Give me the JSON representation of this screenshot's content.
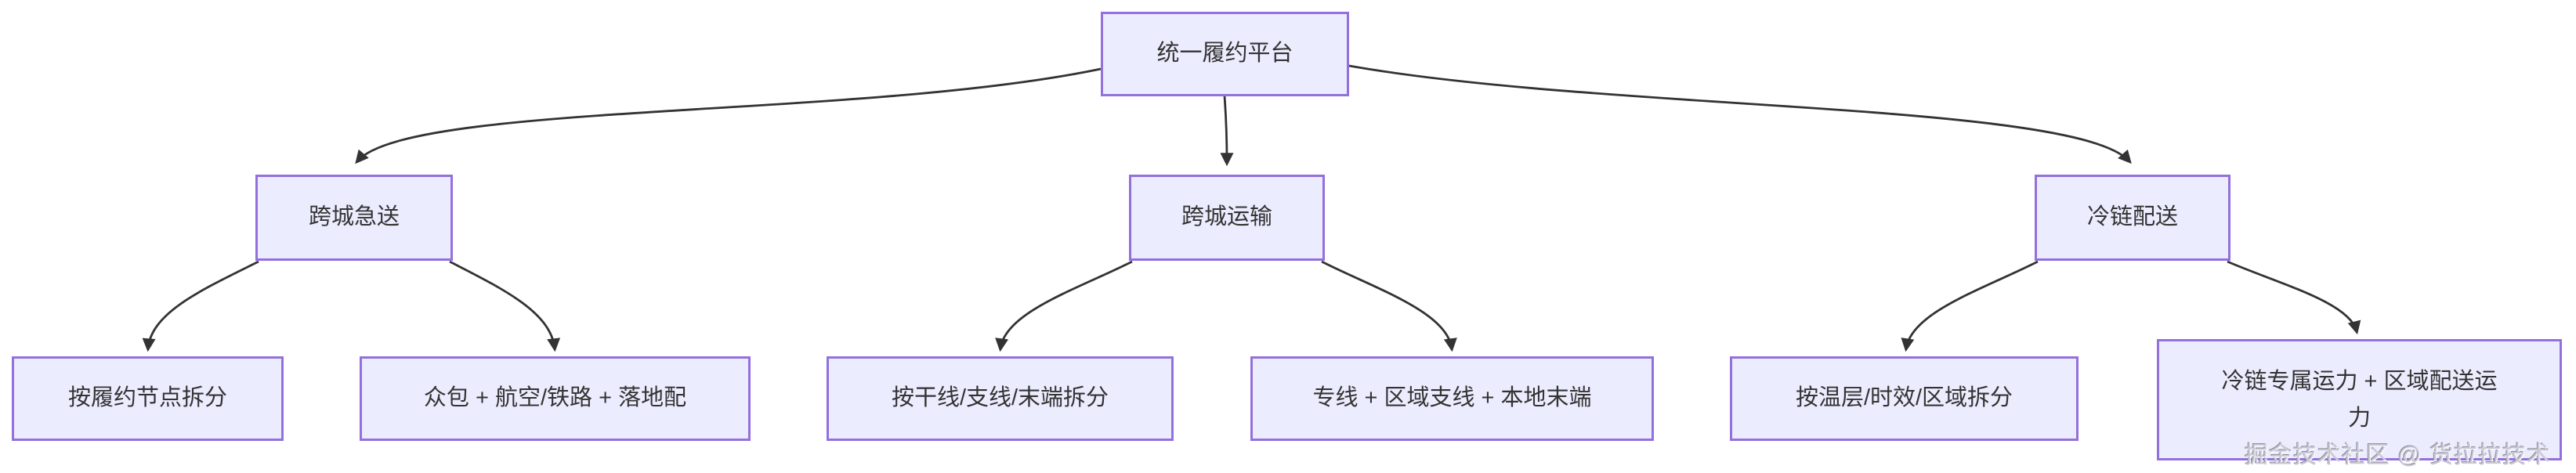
{
  "diagram": {
    "type": "flowchart",
    "direction": "top-down",
    "colors": {
      "node_fill": "#ECECFF",
      "node_border": "#9370DB",
      "edge_line": "#333333",
      "text": "#333333",
      "background": "#ffffff"
    },
    "nodes": [
      {
        "id": "root",
        "label": "统一履约平台"
      },
      {
        "id": "express",
        "label": "跨城急送"
      },
      {
        "id": "transport",
        "label": "跨城运输"
      },
      {
        "id": "coldchain",
        "label": "冷链配送"
      },
      {
        "id": "express-split",
        "label": "按履约节点拆分"
      },
      {
        "id": "express-capacity",
        "label": "众包 + 航空/铁路 + 落地配"
      },
      {
        "id": "transport-split",
        "label": "按干线/支线/末端拆分"
      },
      {
        "id": "transport-capacity",
        "label": "专线 + 区域支线 + 本地末端"
      },
      {
        "id": "coldchain-split",
        "label": "按温层/时效/区域拆分"
      },
      {
        "id": "coldchain-capacity",
        "label": "冷链专属运力 + 区域配送运\n力"
      }
    ],
    "edges": [
      {
        "from": "root",
        "to": "express"
      },
      {
        "from": "root",
        "to": "transport"
      },
      {
        "from": "root",
        "to": "coldchain"
      },
      {
        "from": "express",
        "to": "express-split"
      },
      {
        "from": "express",
        "to": "express-capacity"
      },
      {
        "from": "transport",
        "to": "transport-split"
      },
      {
        "from": "transport",
        "to": "transport-capacity"
      },
      {
        "from": "coldchain",
        "to": "coldchain-split"
      },
      {
        "from": "coldchain",
        "to": "coldchain-capacity"
      }
    ],
    "watermark": "掘金技术社区 @ 货拉拉技术"
  }
}
